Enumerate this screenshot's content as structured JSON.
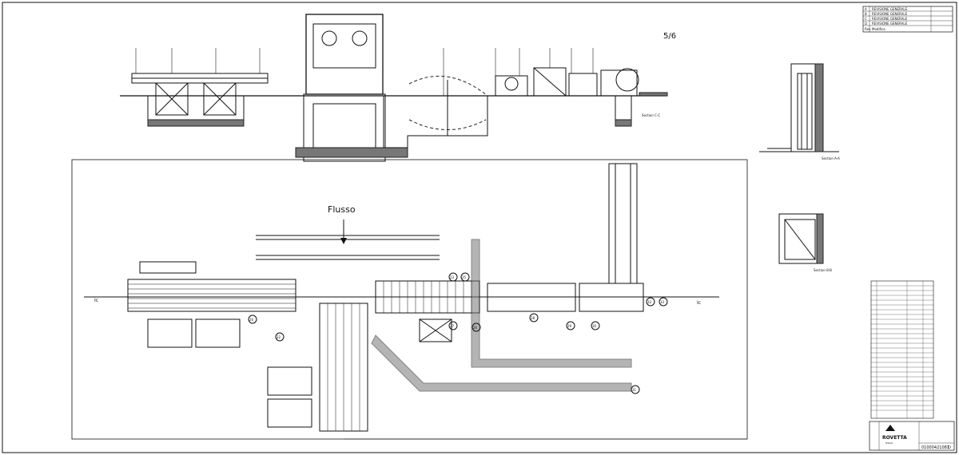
{
  "revisions": [
    {
      "index": "A",
      "text": "REVISIONE GENERALE"
    },
    {
      "index": "B",
      "text": "REVISIONE GENERALE"
    },
    {
      "index": "C",
      "text": "REVISIONE GENERALE"
    },
    {
      "index": "D",
      "text": "REVISIONE GENERALE"
    }
  ],
  "revision_header": {
    "col1": "Rev.",
    "col2": "Modifica"
  },
  "handwritten_top": "5/6",
  "handwritten_flow": "Flusso",
  "section_labels": {
    "cc": "Section C-C",
    "aa": "Section A-A",
    "bb": "Section B-B"
  },
  "plan_labels": {
    "left_arrow": "Ic",
    "right_arrow": "Ic"
  },
  "callouts": [
    "20",
    "22",
    "23",
    "25",
    "26",
    "27",
    "28",
    "29",
    "30",
    "31",
    "32",
    "33"
  ],
  "title_block": {
    "company": "ROVETTA",
    "company_sub": "ITALIA",
    "drawing_number": "01000421081",
    "revision": "D"
  },
  "colors": {
    "ink": "#111111",
    "hatch": "#777777",
    "paper": "#ffffff"
  }
}
